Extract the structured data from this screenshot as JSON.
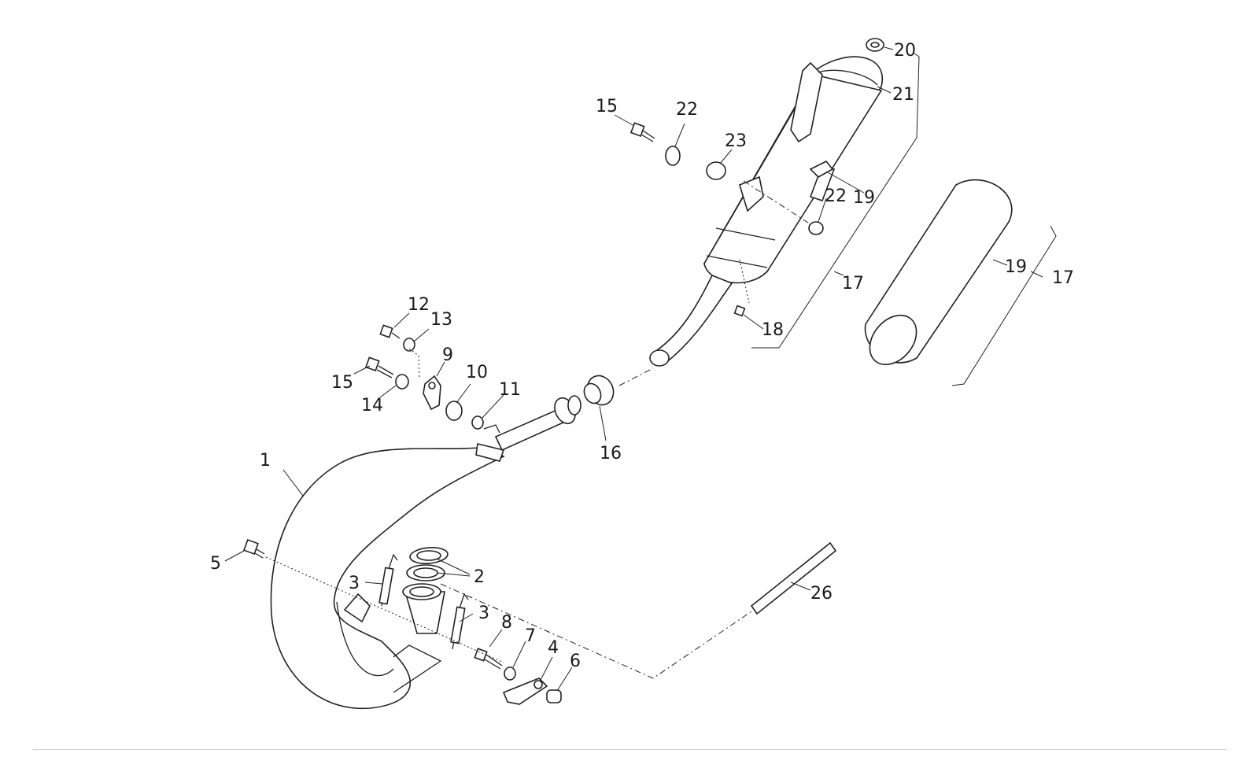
{
  "callouts": {
    "c1": "1",
    "c2": "2",
    "c3a": "3",
    "c3b": "3",
    "c4": "4",
    "c5": "5",
    "c6": "6",
    "c7": "7",
    "c8": "8",
    "c9": "9",
    "c10": "10",
    "c11": "11",
    "c12": "12",
    "c13": "13",
    "c14": "14",
    "c15a": "15",
    "c15b": "15",
    "c16": "16",
    "c17a": "17",
    "c17b": "17",
    "c18": "18",
    "c19a": "19",
    "c19b": "19",
    "c20": "20",
    "c21": "21",
    "c22a": "22",
    "c22b": "22",
    "c23": "23",
    "c26": "26"
  }
}
